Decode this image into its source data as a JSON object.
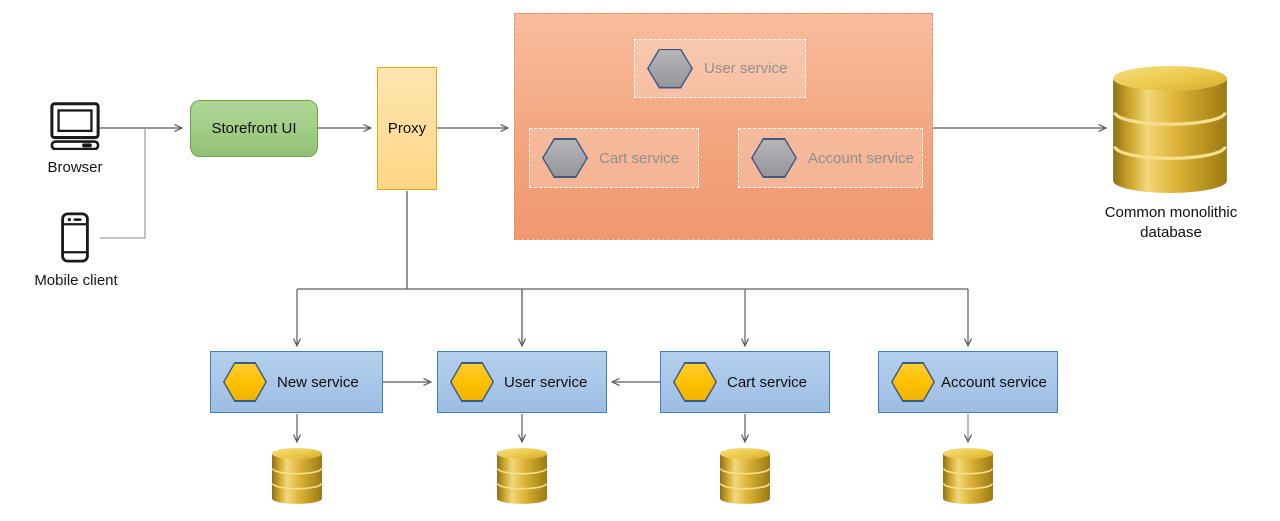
{
  "clients": {
    "browser": {
      "label": "Browser"
    },
    "mobile": {
      "label": "Mobile client"
    }
  },
  "storefront": {
    "label": "Storefront UI"
  },
  "proxy": {
    "label": "Proxy"
  },
  "monolith": {
    "services": [
      {
        "label": "User service"
      },
      {
        "label": "Cart service"
      },
      {
        "label": "Account service"
      }
    ]
  },
  "monolithic_database": {
    "lines": [
      "Common monolithic",
      "database"
    ]
  },
  "services": [
    {
      "label": "New service"
    },
    {
      "label": "User service"
    },
    {
      "label": "Cart service"
    },
    {
      "label": "Account service"
    }
  ],
  "colors": {
    "storefront_fill": "#a9d18e",
    "storefront_border": "#6aa348",
    "proxy_fill": "#ffe2a9",
    "proxy_border": "#eda413",
    "monolith_fill": "#f4a77f",
    "monolith_border": "#ee9067",
    "monolith_box_border": "#ffffff",
    "monolith_text": "#8f8f8f",
    "gray_hexagon_fill": "#a6a6aa",
    "hexagon_border": "#3d5a7f",
    "yellow_hexagon_fill": "#ffc000",
    "service_fill": "#a9c7e8",
    "service_border": "#3f7ec0",
    "database_gold": "#ddb338",
    "connector": "#595959"
  }
}
